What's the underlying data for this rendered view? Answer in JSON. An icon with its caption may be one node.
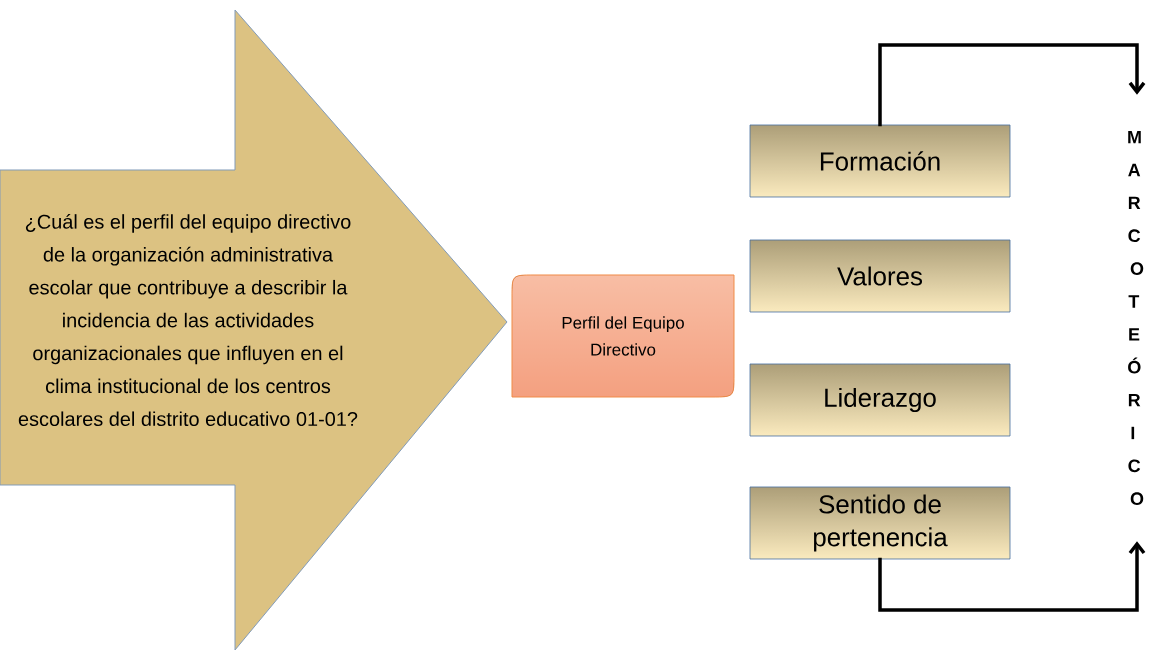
{
  "diagram": {
    "nodes": [
      {
        "text": [
          "¿Cuál es el perfil del equipo directivo de la organización administrativa escolar que contribuye a describir la incidencia de las actividades organizacionales que influyen en el clima institucional de los centros escolares del distrito educativo 01-01?"
        ]
      },
      {
        "text": [
          "Perfil del Equipo Directivo"
        ]
      },
      {
        "text": [
          "Formación"
        ]
      },
      {
        "text": [
          "Valores"
        ]
      },
      {
        "text": [
          "Liderazgo"
        ]
      },
      {
        "text": [
          "Sentido de pertenencia"
        ]
      },
      {
        "text": [
          "MARCO TEÓRICO"
        ]
      }
    ],
    "edges": [
      {
        "from": 2,
        "to": 6,
        "arrow": "to"
      },
      {
        "from": 5,
        "to": 6,
        "arrow": "to"
      }
    ]
  }
}
